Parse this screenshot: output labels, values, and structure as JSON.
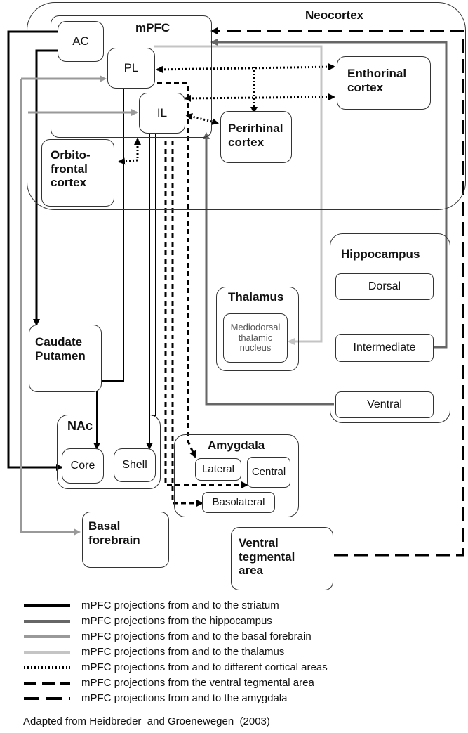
{
  "regions": {
    "neocortex": "Neocortex",
    "mpfc": "mPFC",
    "ac": "AC",
    "pl": "PL",
    "il": "IL",
    "enthorinal": "Enthorinal cortex",
    "perirhinal": "Perirhinal cortex",
    "orbitofrontal": "Orbito-frontal cortex",
    "hippocampus": "Hippocampus",
    "dorsal": "Dorsal",
    "intermediate": "Intermediate",
    "ventral": "Ventral",
    "thalamus": "Thalamus",
    "mediodorsal": "Mediodorsal thalamic nucleus",
    "caudate": "Caudate Putamen",
    "nac": "NAc",
    "core": "Core",
    "shell": "Shell",
    "amygdala": "Amygdala",
    "lateral": "Lateral",
    "central": "Central",
    "basolateral": "Basolateral",
    "basal_forebrain": "Basal forebrain",
    "vta": "Ventral tegmental area"
  },
  "legend": [
    {
      "label": "mPFC projections from and to the striatum",
      "style": "solid-thick",
      "color": "#000000"
    },
    {
      "label": "mPFC projections from the hippocampus",
      "style": "solid-thick",
      "color": "#666666"
    },
    {
      "label": "mPFC projections from and to the basal forebrain",
      "style": "solid-thick",
      "color": "#999999"
    },
    {
      "label": "mPFC projections from and to the thalamus",
      "style": "solid-thick",
      "color": "#c4c4c4"
    },
    {
      "label": "mPFC projections from and to different cortical areas",
      "style": "dotted",
      "color": "#000000"
    },
    {
      "label": "mPFC projections from the ventral tegmental area",
      "style": "dashed",
      "color": "#000000"
    },
    {
      "label": "mPFC projections from and to the amygdala",
      "style": "long-dashed",
      "color": "#000000"
    }
  ],
  "citation": "Adapted from Heidbreder  and Groenewegen  (2003)"
}
